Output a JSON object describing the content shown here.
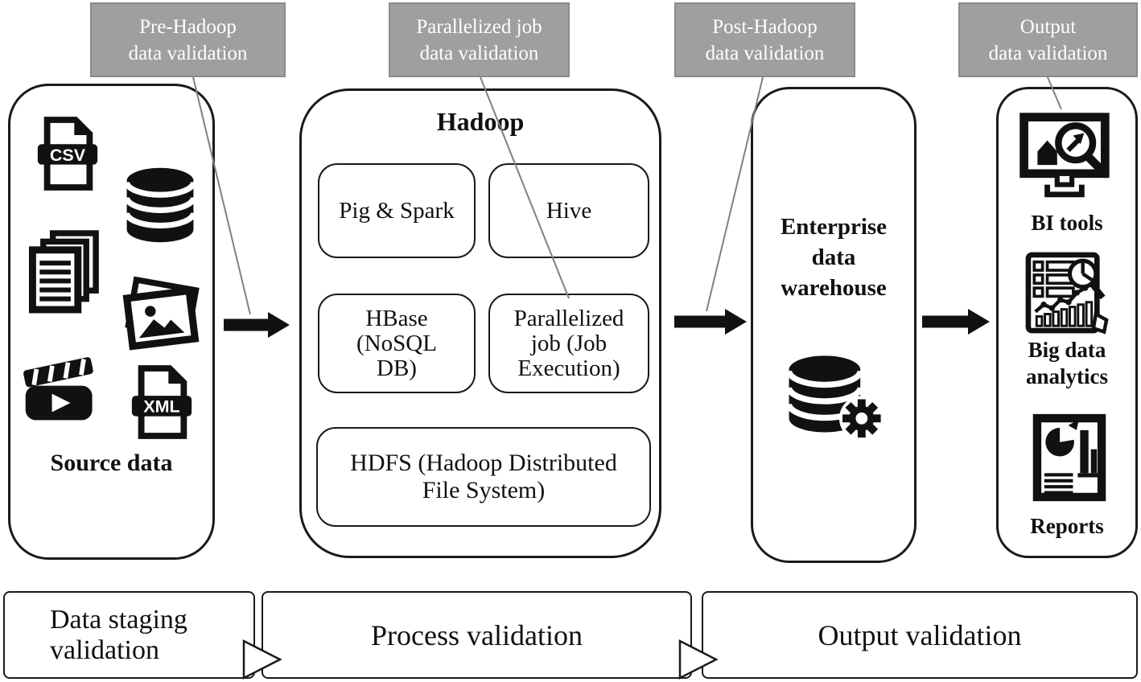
{
  "colors": {
    "callout_bg": "#9f9f9f",
    "callout_text": "#ffffff",
    "connector_line": "#808080",
    "box_border": "#1a1a1a",
    "icon_black": "#111111"
  },
  "callouts": [
    {
      "lines": [
        "Pre-Hadoop",
        "data validation"
      ]
    },
    {
      "lines": [
        "Parallelized job",
        "data validation"
      ]
    },
    {
      "lines": [
        "Post-Hadoop",
        "data validation"
      ]
    },
    {
      "lines": [
        "Output",
        "data validation"
      ]
    }
  ],
  "source": {
    "title": "Source data",
    "icons": [
      "csv-file",
      "database",
      "documents",
      "images",
      "video-clapper",
      "xml-file"
    ],
    "csv_label": "CSV",
    "xml_label": "XML"
  },
  "hadoop": {
    "title": "Hadoop",
    "pig_spark": "Pig & Spark",
    "hive": "Hive",
    "hbase_lines": [
      "HBase",
      "(NoSQL",
      "DB)"
    ],
    "parallelized_lines": [
      "Parallelized",
      "job (Job",
      "Execution)"
    ],
    "hdfs_lines": [
      "HDFS (Hadoop Distributed",
      "File System)"
    ]
  },
  "warehouse": {
    "title_lines": [
      "Enterprise",
      "data",
      "warehouse"
    ],
    "icon": "database-gear"
  },
  "output": {
    "bi_tools": "BI tools",
    "big_data_lines": [
      "Big data",
      "analytics"
    ],
    "reports": "Reports",
    "icons": [
      "bi-monitor-magnifier",
      "analytics-dashboard-magnifier",
      "report-page"
    ]
  },
  "stages": [
    {
      "lines": [
        "Data staging",
        "validation"
      ]
    },
    {
      "lines": [
        "Process validation"
      ]
    },
    {
      "lines": [
        "Output validation"
      ]
    }
  ]
}
